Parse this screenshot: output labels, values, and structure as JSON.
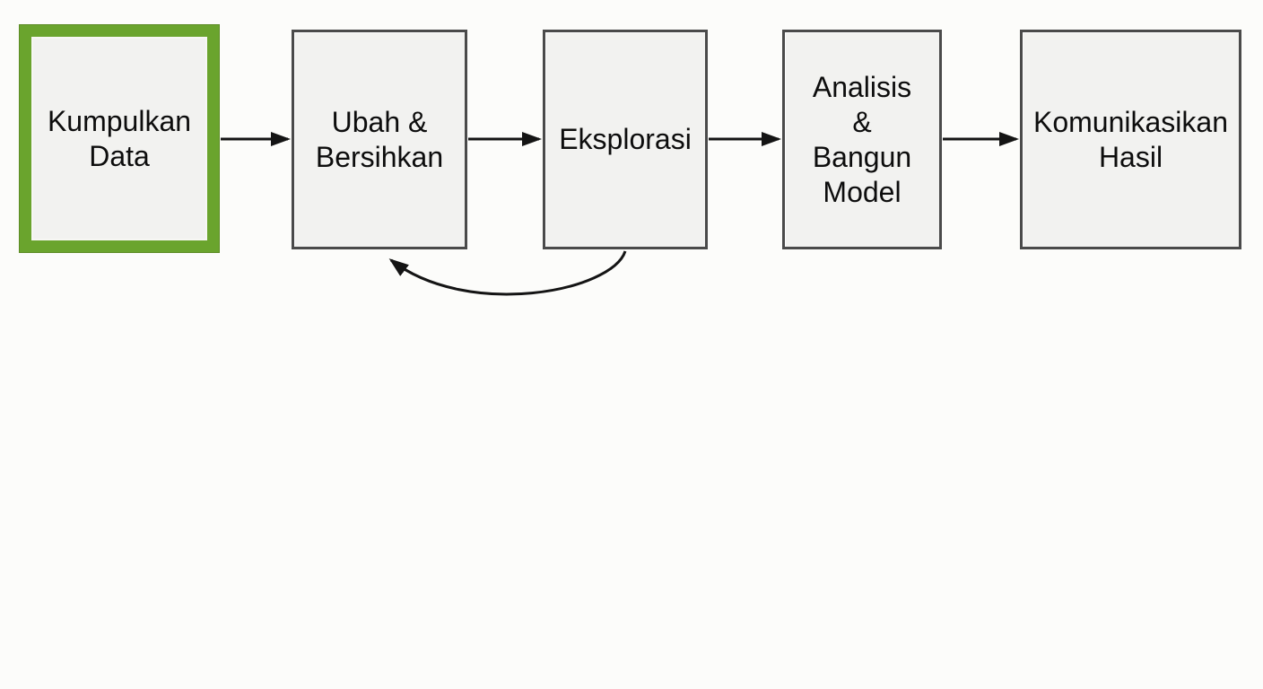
{
  "colors": {
    "background": "#fcfcfa",
    "box_fill": "#f2f2f0",
    "box_border": "#4a4a4a",
    "highlight_border": "#6aa42d",
    "arrow": "#141414",
    "text": "#0d0d0d"
  },
  "diagram": {
    "type": "flowchart",
    "direction": "left-to-right",
    "nodes": [
      {
        "id": "kumpulkan-data",
        "label": "Kumpulkan\nData",
        "highlighted": true
      },
      {
        "id": "ubah-bersihkan",
        "label": "Ubah &\nBersihkan",
        "highlighted": false
      },
      {
        "id": "eksplorasi",
        "label": "Eksplorasi",
        "highlighted": false
      },
      {
        "id": "analisis-bangun-model",
        "label": "Analisis\n&\nBangun\nModel",
        "highlighted": false
      },
      {
        "id": "komunikasikan-hasil",
        "label": "Komunikasikan\nHasil",
        "highlighted": false
      }
    ],
    "edges": [
      {
        "from": "kumpulkan-data",
        "to": "ubah-bersihkan",
        "type": "forward"
      },
      {
        "from": "ubah-bersihkan",
        "to": "eksplorasi",
        "type": "forward"
      },
      {
        "from": "eksplorasi",
        "to": "analisis-bangun-model",
        "type": "forward"
      },
      {
        "from": "analisis-bangun-model",
        "to": "komunikasikan-hasil",
        "type": "forward"
      },
      {
        "from": "eksplorasi",
        "to": "ubah-bersihkan",
        "type": "feedback-loop"
      }
    ]
  }
}
